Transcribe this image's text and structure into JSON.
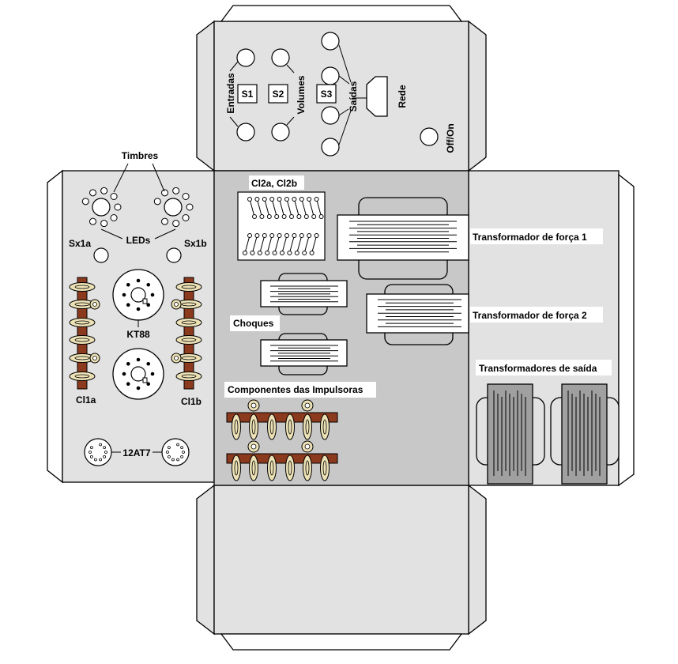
{
  "panels": {
    "top": {
      "labels": {
        "entradas": "Entradas",
        "volumes": "Volumes",
        "saidas": "Saídas",
        "rede": "Rede",
        "offon": "Off/On",
        "s1": "S1",
        "s2": "S2",
        "s3": "S3"
      }
    },
    "left": {
      "labels": {
        "timbres": "Timbres",
        "leds": "LEDs",
        "sx1a": "Sx1a",
        "sx1b": "Sx1b",
        "kt88": "KT88",
        "cl1a": "Cl1a",
        "cl1b": "Cl1b",
        "tube12at7": "12AT7"
      }
    },
    "center": {
      "labels": {
        "cl2": "Cl2a, Cl2b",
        "choques": "Choques",
        "impulsoras": "Componentes das Impulsoras"
      }
    },
    "right": {
      "labels": {
        "tf1": "Transformador de força 1",
        "tf2": "Transformador de força 2",
        "saida": "Transformadores de saída"
      }
    }
  },
  "colors": {
    "center": "#c8c8c8",
    "side": "#e2e2e2",
    "strip": "#8b3a1e",
    "lug": "#ede2b6",
    "outline": "#000000"
  }
}
